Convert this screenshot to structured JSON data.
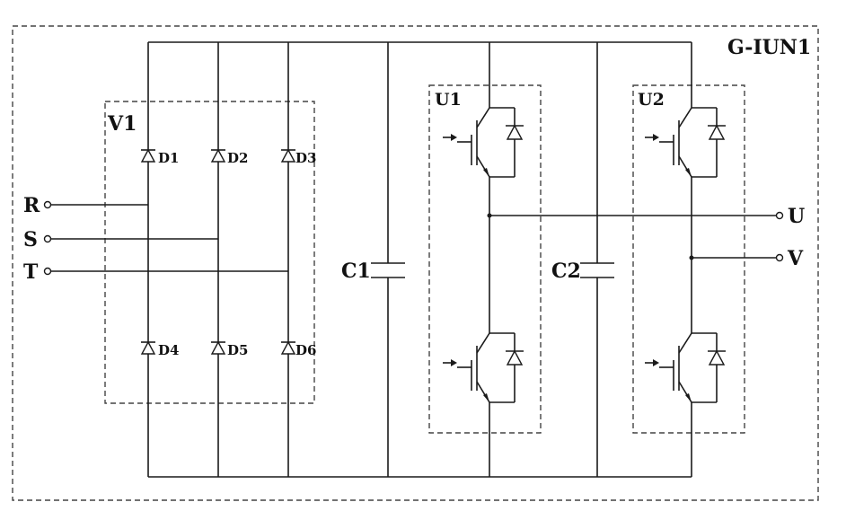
{
  "module": {
    "name": "G-IUN1"
  },
  "rectifier": {
    "name": "V1",
    "diodes": [
      "D1",
      "D2",
      "D3",
      "D4",
      "D5",
      "D6"
    ]
  },
  "inputs": [
    "R",
    "S",
    "T"
  ],
  "outputs": [
    "U",
    "V"
  ],
  "capacitors": [
    "C1",
    "C2"
  ],
  "igbt_modules": [
    "U1",
    "U2"
  ]
}
